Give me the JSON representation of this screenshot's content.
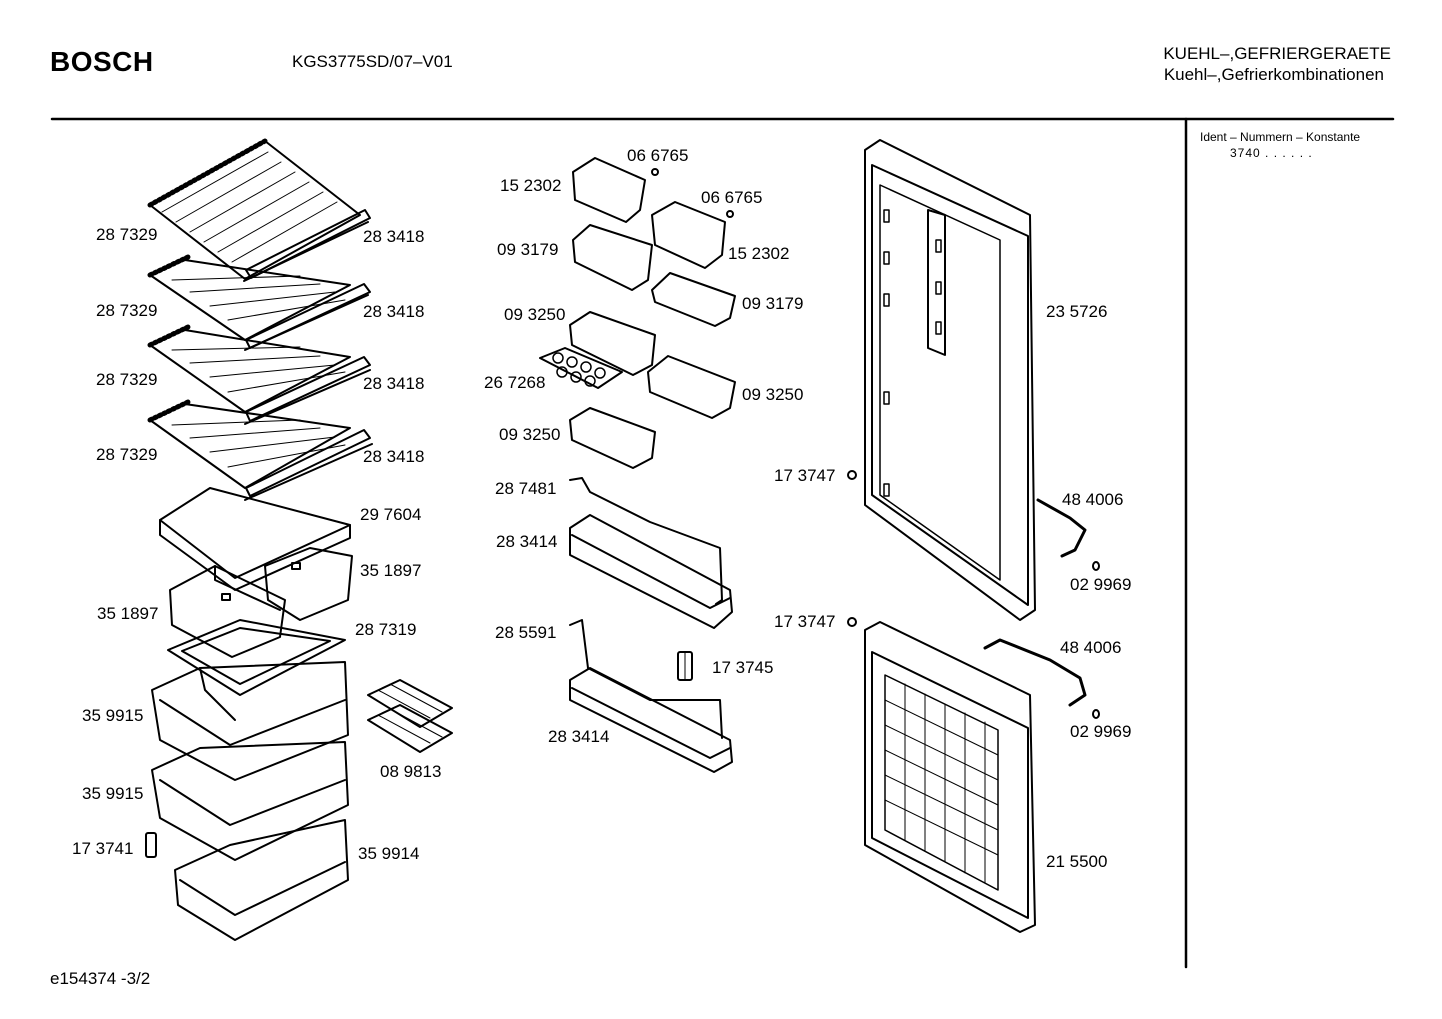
{
  "header": {
    "brand": "BOSCH",
    "model": "KGS3775SD/07–V01",
    "category_line1": "KUEHL–,GEFRIERGERAETE",
    "category_line2": "Kuehl–,Gefrierkombinationen"
  },
  "sidebar": {
    "ident_label": "Ident – Nummern – Konstante",
    "ident_value": "3740 . .  . . . ."
  },
  "footer": {
    "code": "e154374   -3/2"
  },
  "parts": [
    {
      "id": "p01",
      "label": "28 7329"
    },
    {
      "id": "p02",
      "label": "28 3418"
    },
    {
      "id": "p03",
      "label": "28 7329"
    },
    {
      "id": "p04",
      "label": "28 3418"
    },
    {
      "id": "p05",
      "label": "28 7329"
    },
    {
      "id": "p06",
      "label": "28 3418"
    },
    {
      "id": "p07",
      "label": "28 7329"
    },
    {
      "id": "p08",
      "label": "28 3418"
    },
    {
      "id": "p09",
      "label": "29 7604"
    },
    {
      "id": "p10",
      "label": "35 1897"
    },
    {
      "id": "p11",
      "label": "35 1897"
    },
    {
      "id": "p12",
      "label": "28 7319"
    },
    {
      "id": "p13",
      "label": "35 9915"
    },
    {
      "id": "p14",
      "label": "35 9915"
    },
    {
      "id": "p15",
      "label": "08 9813"
    },
    {
      "id": "p16",
      "label": "17 3741"
    },
    {
      "id": "p17",
      "label": "35 9914"
    },
    {
      "id": "p18",
      "label": "06 6765"
    },
    {
      "id": "p19",
      "label": "15 2302"
    },
    {
      "id": "p20",
      "label": "06 6765"
    },
    {
      "id": "p21",
      "label": "09 3179"
    },
    {
      "id": "p22",
      "label": "15 2302"
    },
    {
      "id": "p23",
      "label": "09 3179"
    },
    {
      "id": "p24",
      "label": "09 3250"
    },
    {
      "id": "p25",
      "label": "26 7268"
    },
    {
      "id": "p26",
      "label": "09 3250"
    },
    {
      "id": "p27",
      "label": "09 3250"
    },
    {
      "id": "p28",
      "label": "28 7481"
    },
    {
      "id": "p29",
      "label": "28 3414"
    },
    {
      "id": "p30",
      "label": "28 5591"
    },
    {
      "id": "p31",
      "label": "17 3745"
    },
    {
      "id": "p32",
      "label": "28 3414"
    },
    {
      "id": "p33",
      "label": "23 5726"
    },
    {
      "id": "p34",
      "label": "17 3747"
    },
    {
      "id": "p35",
      "label": "48 4006"
    },
    {
      "id": "p36",
      "label": "02 9969"
    },
    {
      "id": "p37",
      "label": "17 3747"
    },
    {
      "id": "p38",
      "label": "48 4006"
    },
    {
      "id": "p39",
      "label": "02 9969"
    },
    {
      "id": "p40",
      "label": "21 5500"
    }
  ]
}
